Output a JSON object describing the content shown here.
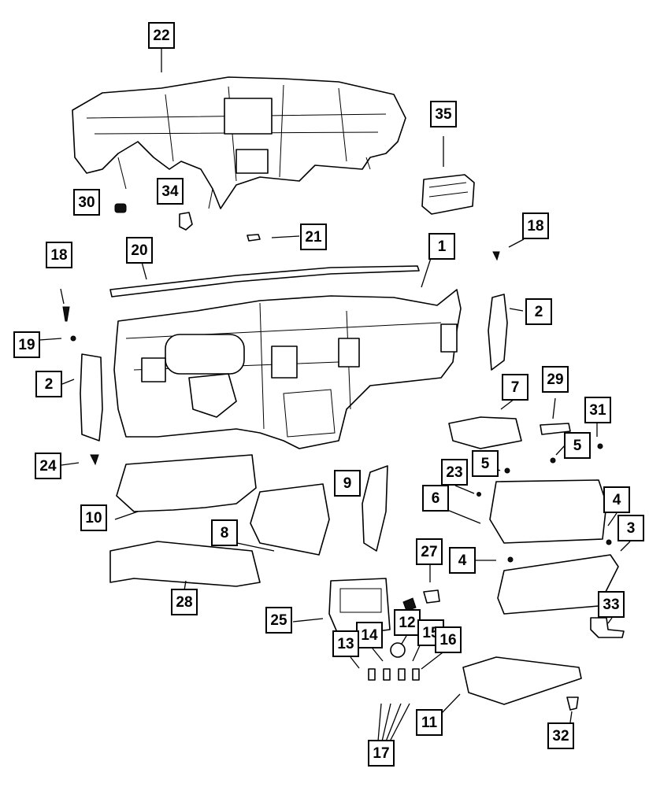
{
  "diagram": {
    "callouts": [
      {
        "id": "c22",
        "label": "22"
      },
      {
        "id": "c35",
        "label": "35"
      },
      {
        "id": "c30",
        "label": "30"
      },
      {
        "id": "c34",
        "label": "34"
      },
      {
        "id": "c21",
        "label": "21"
      },
      {
        "id": "c18a",
        "label": "18"
      },
      {
        "id": "c18b",
        "label": "18"
      },
      {
        "id": "c20",
        "label": "20"
      },
      {
        "id": "c1",
        "label": "1"
      },
      {
        "id": "c2a",
        "label": "2"
      },
      {
        "id": "c2b",
        "label": "2"
      },
      {
        "id": "c19",
        "label": "19"
      },
      {
        "id": "c7",
        "label": "7"
      },
      {
        "id": "c29",
        "label": "29"
      },
      {
        "id": "c31",
        "label": "31"
      },
      {
        "id": "c5a",
        "label": "5"
      },
      {
        "id": "c5b",
        "label": "5"
      },
      {
        "id": "c24",
        "label": "24"
      },
      {
        "id": "c23",
        "label": "23"
      },
      {
        "id": "c9",
        "label": "9"
      },
      {
        "id": "c6",
        "label": "6"
      },
      {
        "id": "c4a",
        "label": "4"
      },
      {
        "id": "c4b",
        "label": "4"
      },
      {
        "id": "c3",
        "label": "3"
      },
      {
        "id": "c10",
        "label": "10"
      },
      {
        "id": "c8",
        "label": "8"
      },
      {
        "id": "c27",
        "label": "27"
      },
      {
        "id": "c28",
        "label": "28"
      },
      {
        "id": "c33",
        "label": "33"
      },
      {
        "id": "c25",
        "label": "25"
      },
      {
        "id": "c12",
        "label": "12"
      },
      {
        "id": "c14",
        "label": "14"
      },
      {
        "id": "c15",
        "label": "15"
      },
      {
        "id": "c16",
        "label": "16"
      },
      {
        "id": "c13",
        "label": "13"
      },
      {
        "id": "c11",
        "label": "11"
      },
      {
        "id": "c32",
        "label": "32"
      },
      {
        "id": "c17",
        "label": "17"
      }
    ]
  }
}
